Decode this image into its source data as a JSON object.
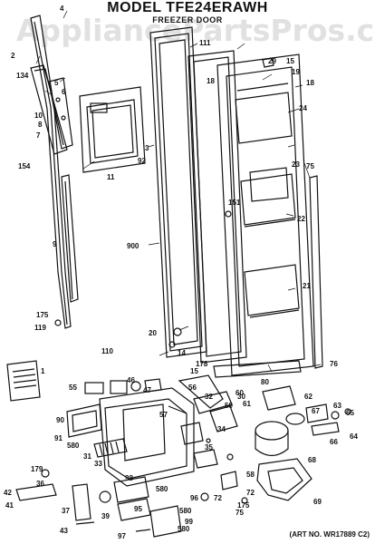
{
  "header": {
    "title": "MODEL TFE24ERAWH",
    "subtitle": "FREEZER DOOR",
    "watermark": "AppliancePartsPros.com"
  },
  "art_number": "(ART NO. WR17889 C2)",
  "callouts": [
    "1",
    "2",
    "3",
    "4",
    "5",
    "6",
    "7",
    "8",
    "9",
    "10",
    "11",
    "14",
    "15",
    "15",
    "18",
    "18",
    "19",
    "20",
    "21",
    "22",
    "23",
    "24",
    "29",
    "30",
    "31",
    "32",
    "33",
    "34",
    "35",
    "36",
    "37",
    "39",
    "41",
    "42",
    "43",
    "46",
    "47",
    "55",
    "56",
    "57",
    "58",
    "59",
    "60",
    "61",
    "62",
    "63",
    "64",
    "65",
    "66",
    "67",
    "68",
    "69",
    "72",
    "72",
    "75",
    "75",
    "76",
    "80",
    "90",
    "91",
    "92",
    "95",
    "96",
    "97",
    "98",
    "99",
    "110",
    "111",
    "119",
    "134",
    "151",
    "154",
    "175",
    "175",
    "178",
    "179",
    "580",
    "580",
    "580",
    "580",
    "900"
  ]
}
